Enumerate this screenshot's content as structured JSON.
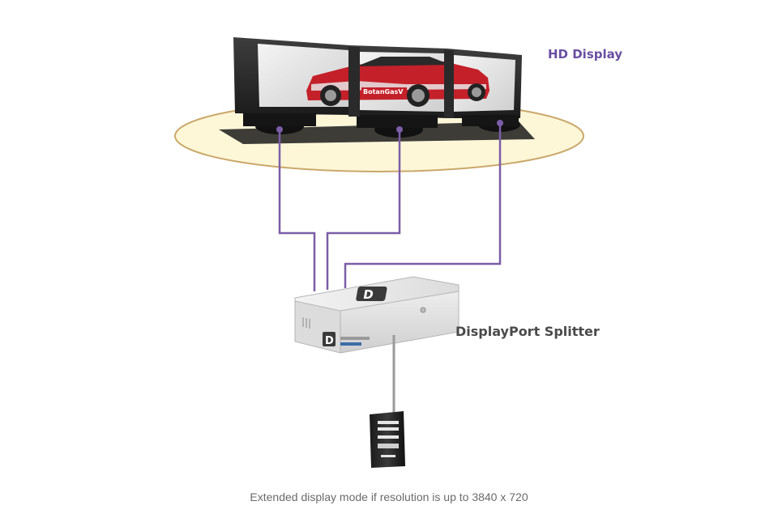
{
  "labels": {
    "hd_display": "HD Display",
    "splitter": "DisplayPort Splitter",
    "caption": "Extended display mode if resolution is up to 3840 x 720"
  },
  "car_sponsor_text": "BotanGasV",
  "colors": {
    "cable": "#7b5ea7",
    "platform": "#fdf7d8",
    "platform_rim": "#c8a96b",
    "bezel": "#2b2b2b",
    "splitter_body": "#e9e9e9",
    "source_cable": "#9a9a9a"
  },
  "icons": [
    "displayport-logo-icon",
    "desktop-computer-icon",
    "race-car-image"
  ]
}
